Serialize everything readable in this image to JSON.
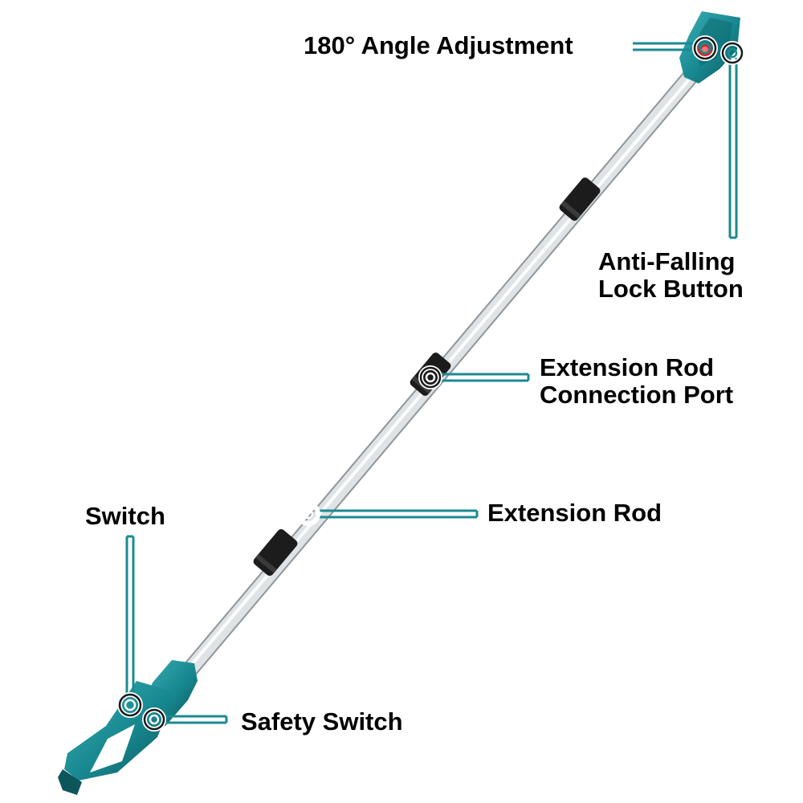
{
  "colors": {
    "teal": "#17878f",
    "teal_dark": "#0f5f66",
    "callout": "#1b8a92",
    "rod_silver": "#d9dde0",
    "collar_black": "#1c1c1c"
  },
  "callouts": {
    "angle_adjustment": {
      "lines": [
        "180° Angle Adjustment"
      ]
    },
    "anti_falling_lock": {
      "lines": [
        "Anti-Falling",
        "Lock Button"
      ]
    },
    "extension_port": {
      "lines": [
        "Extension Rod",
        "Connection Port"
      ]
    },
    "extension_rod": {
      "lines": [
        "Extension Rod"
      ]
    },
    "switch": {
      "lines": [
        "Switch"
      ]
    },
    "safety_switch": {
      "lines": [
        "Safety Switch"
      ]
    }
  }
}
